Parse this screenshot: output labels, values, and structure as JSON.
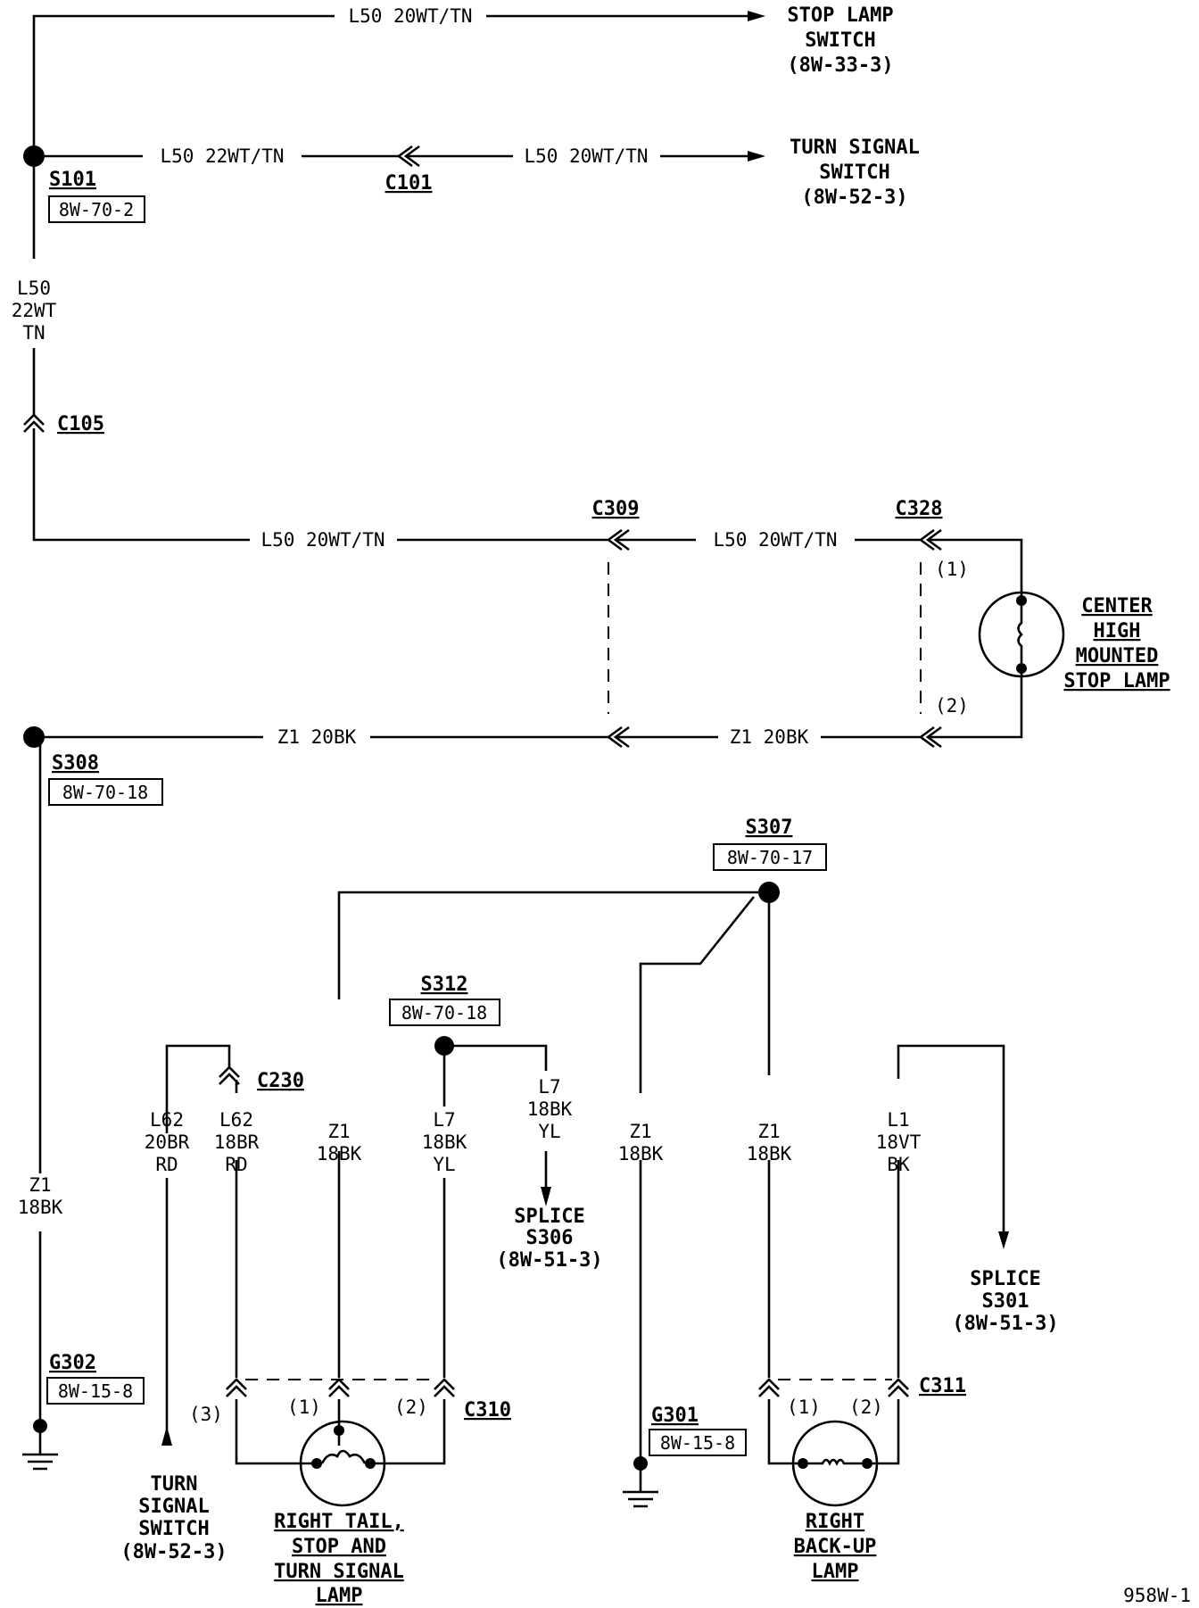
{
  "wires": {
    "top_stop_lamp": "L50 20WT/TN",
    "s101_left": "L50 22WT/TN",
    "c101_right": "L50 20WT/TN",
    "vertical_l50": [
      "L50",
      "22WT",
      "TN"
    ],
    "c309_left": "L50 20WT/TN",
    "c309_c328": "L50 20WT/TN",
    "z1_left": "Z1 20BK",
    "z1_right": "Z1 20BK",
    "s308_down": [
      "Z1",
      "18BK"
    ],
    "l62_20br": [
      "L62",
      "20BR",
      "RD"
    ],
    "l62_18br": [
      "L62",
      "18BR",
      "RD"
    ],
    "z1_tail": [
      "Z1",
      "18BK"
    ],
    "l7_tail": [
      "L7",
      "18BK",
      "YL"
    ],
    "l7_splice": [
      "L7",
      "18BK",
      "YL"
    ],
    "z1_g301": [
      "Z1",
      "18BK"
    ],
    "z1_backup": [
      "Z1",
      "18BK"
    ],
    "l1_backup": [
      "L1",
      "18VT",
      "BK"
    ]
  },
  "connectors": {
    "c101": "C101",
    "c105": "C105",
    "c309": "C309",
    "c328": "C328",
    "c230": "C230",
    "c310": "C310",
    "c311": "C311"
  },
  "pins": {
    "c328_1": "(1)",
    "c328_2": "(2)",
    "c310_3": "(3)",
    "c310_1": "(1)",
    "c310_2": "(2)",
    "c311_1": "(1)",
    "c311_2": "(2)"
  },
  "splices": {
    "s101": {
      "id": "S101",
      "ref": "8W-70-2"
    },
    "s308": {
      "id": "S308",
      "ref": "8W-70-18"
    },
    "s307": {
      "id": "S307",
      "ref": "8W-70-17"
    },
    "s312": {
      "id": "S312",
      "ref": "8W-70-18"
    }
  },
  "grounds": {
    "g302": {
      "id": "G302",
      "ref": "8W-15-8"
    },
    "g301": {
      "id": "G301",
      "ref": "8W-15-8"
    }
  },
  "destinations": {
    "stop_lamp_switch": [
      "STOP LAMP",
      "SWITCH",
      "(8W-33-3)"
    ],
    "turn_signal_switch_top": [
      "TURN SIGNAL",
      "SWITCH",
      "(8W-52-3)"
    ],
    "turn_signal_switch_bottom": [
      "TURN",
      "SIGNAL",
      "SWITCH",
      "(8W-52-3)"
    ],
    "splice_s306": [
      "SPLICE",
      "S306",
      "(8W-51-3)"
    ],
    "splice_s301": [
      "SPLICE",
      "S301",
      "(8W-51-3)"
    ]
  },
  "components": {
    "chmsl": [
      "CENTER",
      "HIGH",
      "MOUNTED",
      "STOP LAMP"
    ],
    "tail_lamp": [
      "RIGHT TAIL,",
      "STOP AND",
      "TURN SIGNAL",
      "LAMP"
    ],
    "backup_lamp": [
      "RIGHT",
      "BACK-UP",
      "LAMP"
    ]
  },
  "figure_id": "958W-1"
}
